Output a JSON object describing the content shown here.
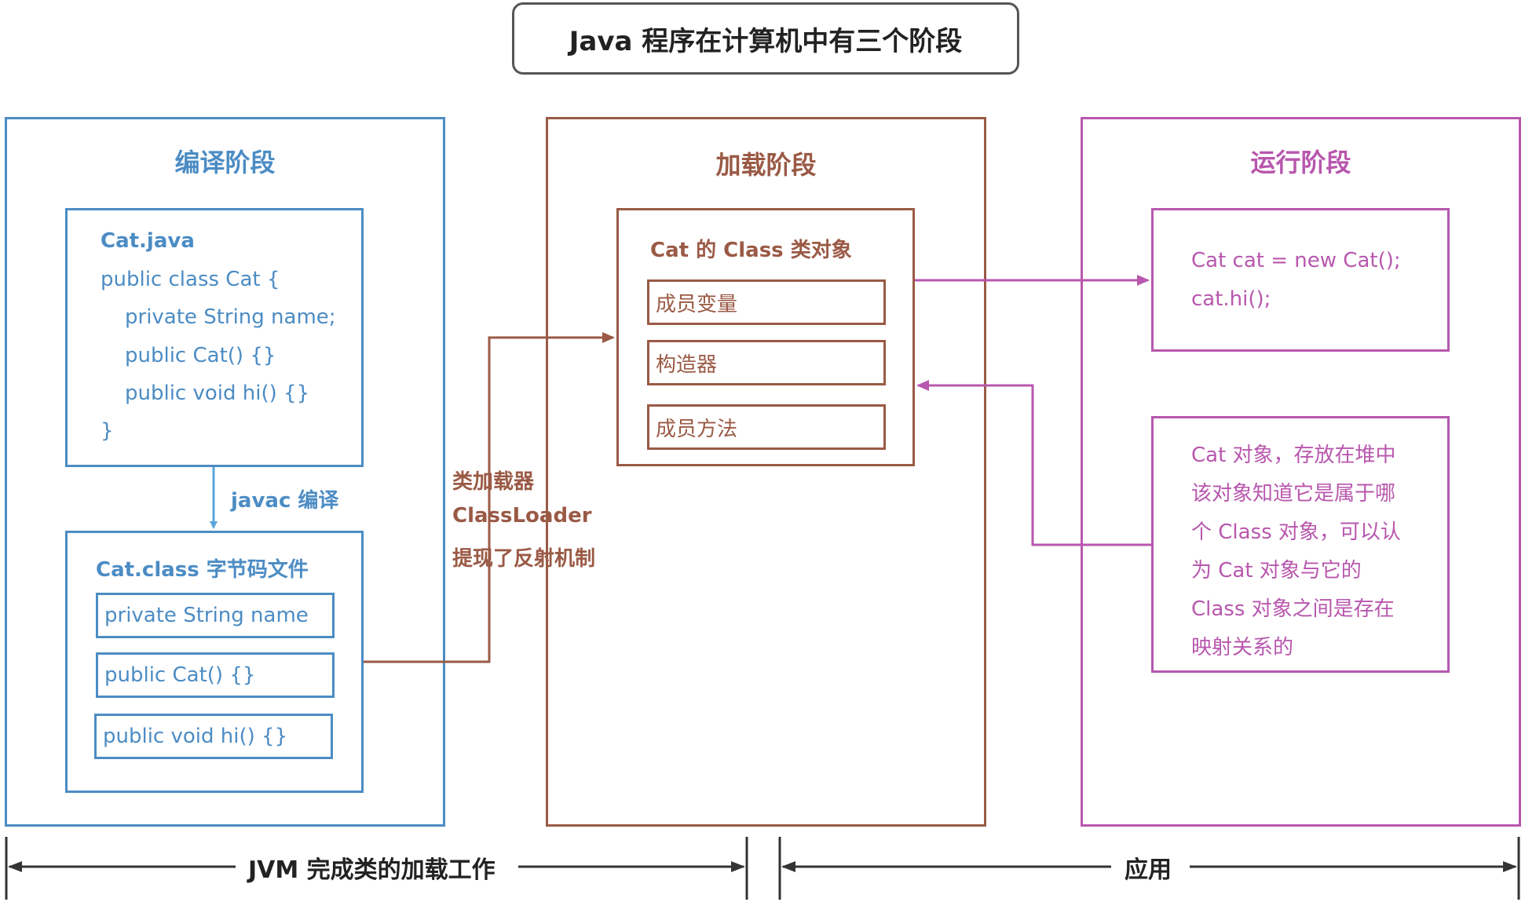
{
  "title": "Java 程序在计算机中有三个阶段",
  "stages": {
    "compile": {
      "title": "编译阶段"
    },
    "load": {
      "title": "加载阶段"
    },
    "run": {
      "title": "运行阶段"
    }
  },
  "source_file": {
    "name": "Cat.java",
    "lines": [
      "public class Cat {",
      "private String name;",
      "public Cat() {}",
      "public void hi() {}",
      "}"
    ]
  },
  "compile_arrow_label": "javac 编译",
  "bytecode_file": {
    "title": "Cat.class 字节码文件",
    "members": [
      "private String name",
      "public Cat() {}",
      "public void hi() {}"
    ]
  },
  "classloader_label": [
    "类加载器",
    "ClassLoader",
    "提现了反射机制"
  ],
  "class_object": {
    "title": "Cat 的 Class 类对象",
    "members": [
      "成员变量",
      "构造器",
      "成员方法"
    ]
  },
  "run_code": [
    "Cat cat = new Cat();",
    "cat.hi();"
  ],
  "object_note": [
    "Cat 对象，存放在堆中",
    "该对象知道它是属于哪",
    "个 Class 对象，可以认",
    "为 Cat 对象与它的",
    "Class 对象之间是存在",
    "映射关系的"
  ],
  "footer": {
    "left": "JVM 完成类的加载工作",
    "right": "应用"
  }
}
